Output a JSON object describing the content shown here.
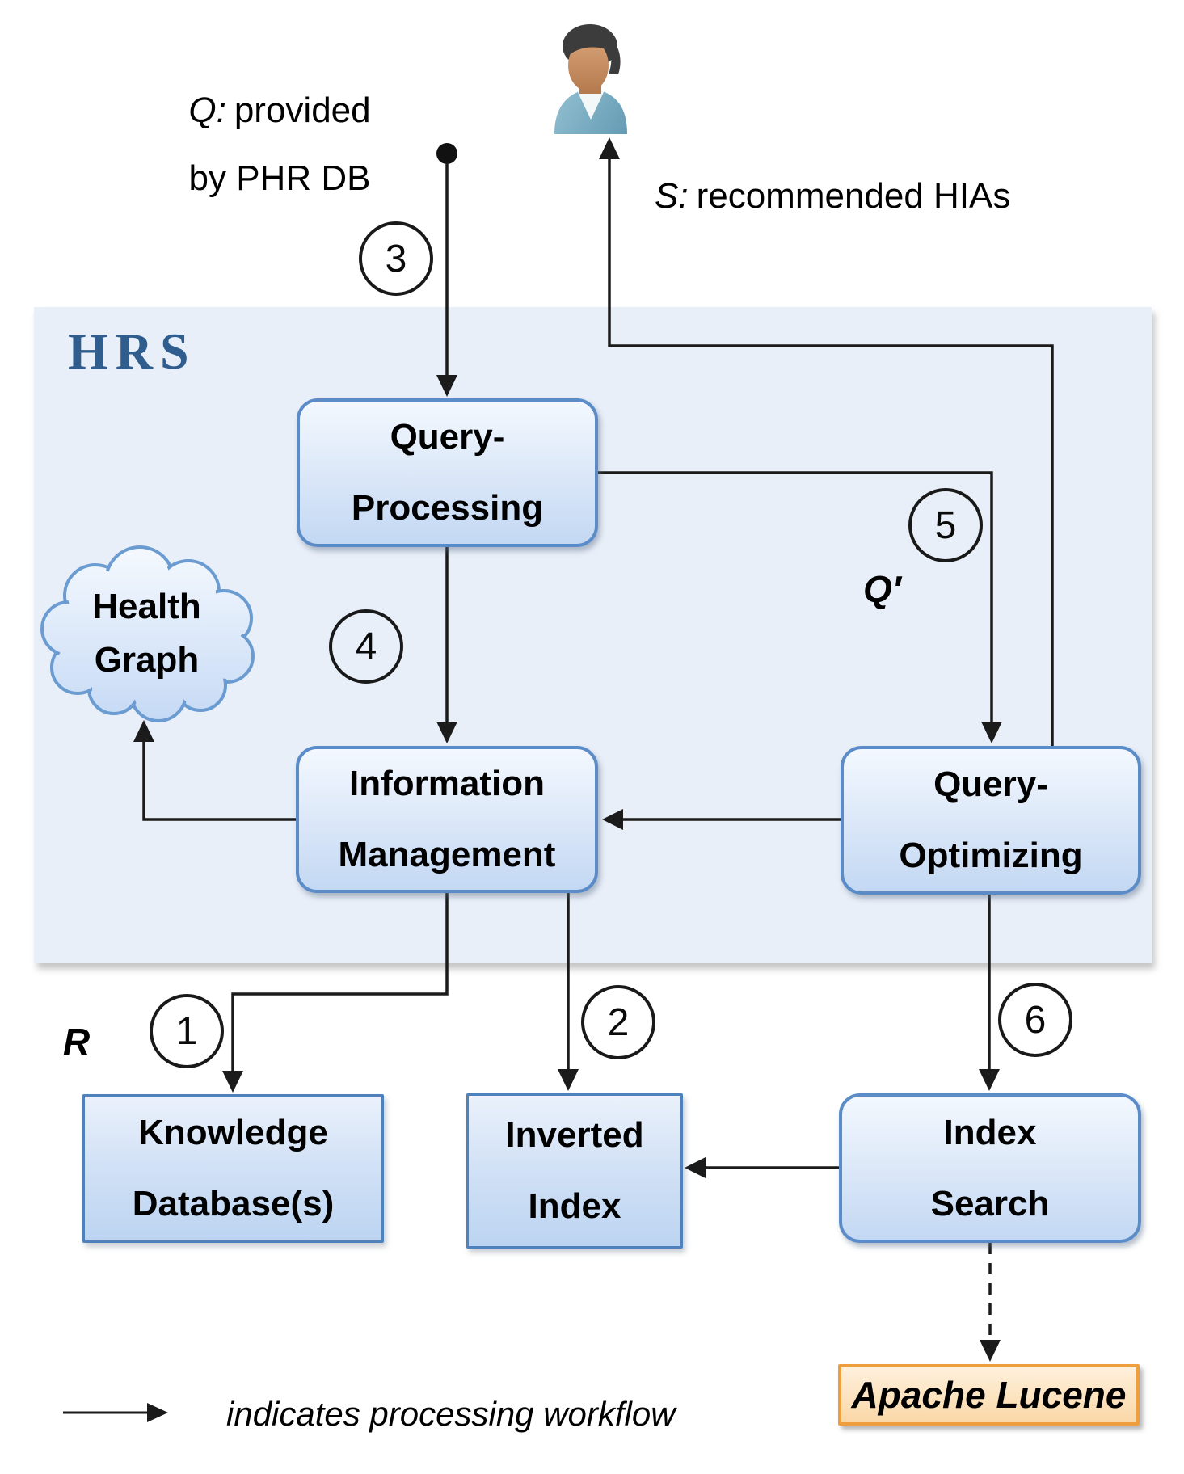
{
  "hrs_label": "HRS",
  "annotations": {
    "q": {
      "prefix": "Q:",
      "line1": "provided",
      "line2": "by PHR DB"
    },
    "s": {
      "prefix": "S:",
      "text": "recommended HIAs"
    },
    "r": "R",
    "q_prime": "Q′"
  },
  "nodes": {
    "query_processing": {
      "lines": [
        "Query-",
        "Processing"
      ]
    },
    "information_management": {
      "lines": [
        "Information",
        "Management"
      ]
    },
    "query_optimizing": {
      "lines": [
        "Query-",
        "Optimizing"
      ]
    },
    "health_graph": {
      "lines": [
        "Health",
        "Graph"
      ]
    },
    "knowledge_database": {
      "lines": [
        "Knowledge",
        "Database(s)"
      ]
    },
    "inverted_index": {
      "lines": [
        "Inverted",
        "Index"
      ]
    },
    "index_search": {
      "lines": [
        "Index",
        "Search"
      ]
    },
    "apache_lucene": {
      "label": "Apache Lucene"
    }
  },
  "steps": {
    "s1": "1",
    "s2": "2",
    "s3": "3",
    "s4": "4",
    "s5": "5",
    "s6": "6"
  },
  "legend": {
    "text": "indicates processing workflow"
  },
  "icons": {
    "user": "user-icon",
    "cloud": "cloud-shape",
    "dot": "line-start-dot",
    "arrow": "workflow-arrow"
  },
  "colors": {
    "panel_fill": "#E9EFF8",
    "hrs_text": "#2F5D8E",
    "node_border_round": "#5B8CC8",
    "node_border_square": "#4F81BD",
    "node_fill_top": "#F3F8FE",
    "node_fill_bottom": "#C3D8F3",
    "lucene_border": "#EF9E3E",
    "lucene_fill": "#FCE2BD",
    "line": "#1B1B1B"
  }
}
